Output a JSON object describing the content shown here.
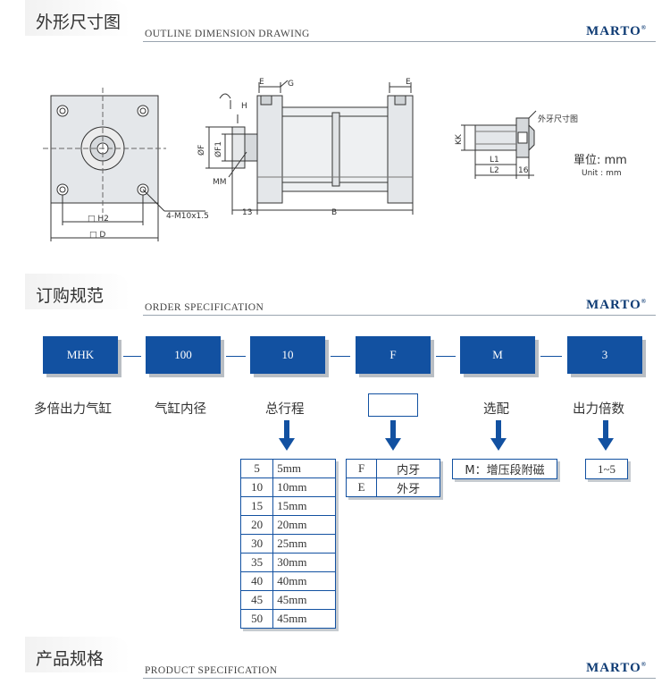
{
  "brand": {
    "name": "MARTO",
    "reg": "®"
  },
  "sections": {
    "outline": {
      "cn": "外形尺寸图",
      "en": "OUTLINE DIMENSION DRAWING"
    },
    "order": {
      "cn": "订购规范",
      "en": "ORDER SPECIFICATION"
    },
    "product": {
      "cn": "产品规格",
      "en": "PRODUCT SPECIFICATION"
    }
  },
  "drawing": {
    "h2": "H2",
    "d": "D",
    "thread": "4-M10x1.5",
    "h": "H",
    "e1": "E",
    "g": "G",
    "e2": "E",
    "f": "ØF",
    "f1": "ØF1",
    "mm": "MM",
    "d13": "13",
    "b": "B",
    "kk": "KK",
    "l1": "L1",
    "l2": "L2",
    "d16": "16",
    "thread_note": "外牙尺寸图",
    "unit_cn": "單位: mm",
    "unit_en": "Unit : mm"
  },
  "order_codes": [
    {
      "code": "MHK",
      "label": "多倍出力气缸"
    },
    {
      "code": "100",
      "label": "气缸内径"
    },
    {
      "code": "10",
      "label": "总行程"
    },
    {
      "code": "F",
      "label": ""
    },
    {
      "code": "M",
      "label": "选配"
    },
    {
      "code": "3",
      "label": "出力倍数"
    }
  ],
  "stroke_table": [
    [
      "5",
      "5mm"
    ],
    [
      "10",
      "10mm"
    ],
    [
      "15",
      "15mm"
    ],
    [
      "20",
      "20mm"
    ],
    [
      "30",
      "25mm"
    ],
    [
      "35",
      "30mm"
    ],
    [
      "40",
      "40mm"
    ],
    [
      "45",
      "45mm"
    ],
    [
      "50",
      "45mm"
    ]
  ],
  "thread_table": [
    [
      "F",
      "内牙"
    ],
    [
      "E",
      "外牙"
    ]
  ],
  "option_text": "M：增压段附磁",
  "multiple_text": "1~5"
}
